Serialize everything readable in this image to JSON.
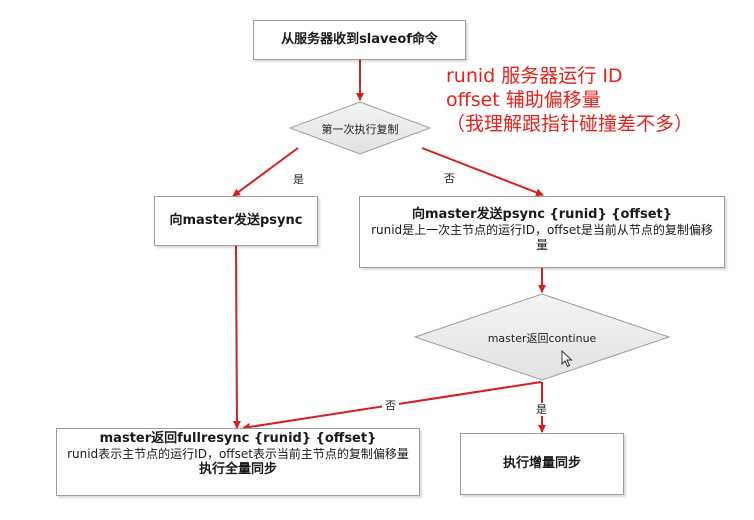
{
  "diagram": {
    "start": "从服务器收到slaveof命令",
    "decision_first": "第一次执行复制",
    "edge_yes": "是",
    "edge_no": "否",
    "psync_simple": "向master发送psync",
    "psync_full": {
      "title": "向master发送psync {runid} {offset}",
      "desc": "runid是上一次主节点的运行ID，offset是当前从节点的复制偏移量"
    },
    "decision_continue": "master返回continue",
    "fullresync": {
      "title": "master返回fullresync {runid} {offset}",
      "desc": "runid表示主节点的运行ID，offset表示当前主节点的复制偏移量",
      "action": "执行全量同步"
    },
    "incremental": "执行增量同步"
  },
  "annotation": {
    "line1": "runid 服务器运行 ID",
    "line2": "offset 辅助偏移量",
    "line3": "（我理解跟指针碰撞差不多）"
  },
  "colors": {
    "arrow": "#d42020",
    "annotation": "#e8211c",
    "diamond_fill": "#ececec",
    "border": "#9e9e9e"
  }
}
